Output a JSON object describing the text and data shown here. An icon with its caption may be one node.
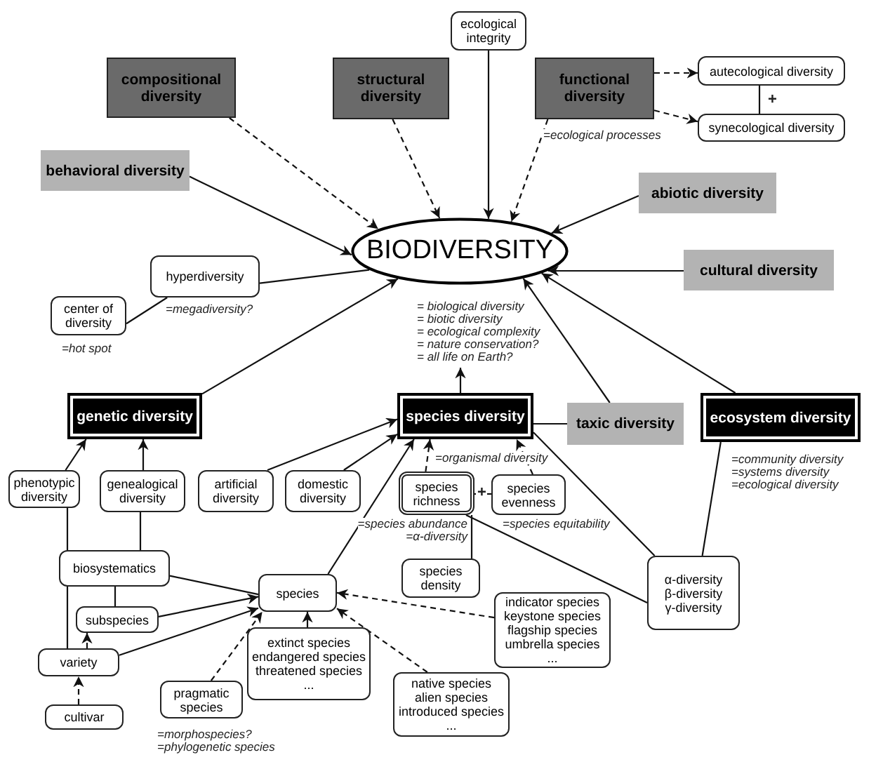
{
  "diagram": {
    "nodes": [
      {
        "text": [
          "ecological integrity"
        ]
      },
      {
        "text": [
          "compositional diversity"
        ]
      },
      {
        "text": [
          "structural diversity"
        ]
      },
      {
        "text": [
          "functional diversity"
        ]
      },
      {
        "text": [
          "autecological diversity"
        ]
      },
      {
        "text": [
          "synecological diversity"
        ]
      },
      {
        "text": [
          "behavioral diversity"
        ]
      },
      {
        "text": [
          "abiotic diversity"
        ]
      },
      {
        "text": [
          "BIODIVERSITY"
        ],
        "beside": [
          "= biological diversity",
          "= biotic diversity",
          "= ecological complexity",
          "= nature conservation?",
          "= all life on Earth?"
        ]
      },
      {
        "text": [
          "hyperdiversity"
        ],
        "beside": [
          "=megadiversity?"
        ]
      },
      {
        "text": [
          "cultural diversity"
        ]
      },
      {
        "text": [
          "center of diversity"
        ],
        "beside": [
          "=hot spot"
        ]
      },
      {
        "text": [
          "genetic diversity"
        ]
      },
      {
        "text": [
          "species diversity"
        ]
      },
      {
        "text": [
          "taxic diversity"
        ]
      },
      {
        "text": [
          "ecosystem diversity"
        ],
        "beside": [
          "=community diversity",
          "=systems diversity",
          "=ecological diversity"
        ]
      },
      {
        "text": [
          "phenotypic diversity"
        ]
      },
      {
        "text": [
          "genealogical diversity"
        ]
      },
      {
        "text": [
          "artificial diversity"
        ]
      },
      {
        "text": [
          "domestic diversity"
        ]
      },
      {
        "text": [
          "species richness"
        ],
        "beside": [
          "=species abundance",
          "=α-diversity"
        ]
      },
      {
        "text": [
          "species evenness"
        ],
        "beside": [
          "=species equitability"
        ]
      },
      {
        "text": [
          "biosystematics"
        ]
      },
      {
        "text": [
          "species density"
        ]
      },
      {
        "text": [
          "α-diversity",
          "β-diversity",
          "γ-diversity"
        ]
      },
      {
        "text": [
          "species"
        ]
      },
      {
        "text": [
          "indicator species",
          "keystone species",
          "flagship species",
          "umbrella species",
          "..."
        ]
      },
      {
        "text": [
          "subspecies"
        ]
      },
      {
        "text": [
          "variety"
        ]
      },
      {
        "text": [
          "extinct species",
          "endangered species",
          "threatened species",
          "..."
        ]
      },
      {
        "text": [
          "cultivar"
        ]
      },
      {
        "text": [
          "pragmatic species"
        ],
        "beside": [
          "=morphospecies?",
          "=phylogenetic species"
        ]
      },
      {
        "text": [
          "native species",
          "alien species",
          "introduced species",
          "..."
        ]
      }
    ],
    "edges": [
      {
        "from": 0,
        "to": 8,
        "arrow": "to"
      },
      {
        "from": 1,
        "to": 8,
        "arrow": "to",
        "style": "dashed"
      },
      {
        "from": 2,
        "to": 8,
        "arrow": "to",
        "style": "dashed"
      },
      {
        "from": 3,
        "to": 8,
        "arrow": "to",
        "style": "dashed",
        "label": "=ecological processes"
      },
      {
        "from": 3,
        "to": 4,
        "arrow": "to",
        "style": "dashed"
      },
      {
        "from": 3,
        "to": 5,
        "arrow": "to",
        "style": "dashed"
      },
      {
        "from": 4,
        "to": 5,
        "arrow": "none",
        "label": "+"
      },
      {
        "from": 6,
        "to": 8,
        "arrow": "to"
      },
      {
        "from": 7,
        "to": 8,
        "arrow": "to"
      },
      {
        "from": 9,
        "to": 8,
        "arrow": "none"
      },
      {
        "from": 10,
        "to": 8,
        "arrow": "to"
      },
      {
        "from": 11,
        "to": 9,
        "arrow": "none"
      },
      {
        "from": 12,
        "to": 8,
        "arrow": "to"
      },
      {
        "from": 13,
        "to": 8,
        "arrow": "to"
      },
      {
        "from": 14,
        "to": 8,
        "arrow": "to"
      },
      {
        "from": 15,
        "to": 8,
        "arrow": "to"
      },
      {
        "from": 14,
        "to": 13,
        "arrow": "none"
      },
      {
        "from": 16,
        "to": 12,
        "arrow": "to"
      },
      {
        "from": 17,
        "to": 12,
        "arrow": "to"
      },
      {
        "from": 18,
        "to": 13,
        "arrow": "to"
      },
      {
        "from": 19,
        "to": 13,
        "arrow": "to"
      },
      {
        "from": 25,
        "to": 13,
        "arrow": "to"
      },
      {
        "from": 20,
        "to": 13,
        "arrow": "to",
        "style": "dashed",
        "label": "=organismal diversity"
      },
      {
        "from": 21,
        "to": 13,
        "arrow": "to",
        "style": "dashed"
      },
      {
        "from": 20,
        "to": 21,
        "arrow": "none",
        "label": "+"
      },
      {
        "from": 20,
        "to": 23,
        "arrow": "none"
      },
      {
        "from": 13,
        "to": 24,
        "arrow": "none"
      },
      {
        "from": 15,
        "to": 24,
        "arrow": "none"
      },
      {
        "from": 20,
        "to": 24,
        "arrow": "none"
      },
      {
        "from": 16,
        "to": 22,
        "arrow": "none"
      },
      {
        "from": 17,
        "to": 22,
        "arrow": "none"
      },
      {
        "from": 22,
        "to": 25,
        "arrow": "none"
      },
      {
        "from": 22,
        "to": 27,
        "arrow": "none"
      },
      {
        "from": 22,
        "to": 28,
        "arrow": "none"
      },
      {
        "from": 27,
        "to": 25,
        "arrow": "to"
      },
      {
        "from": 28,
        "to": 25,
        "arrow": "to"
      },
      {
        "from": 28,
        "to": 27,
        "arrow": "to",
        "style": "dashed"
      },
      {
        "from": 30,
        "to": 28,
        "arrow": "to",
        "style": "dashed"
      },
      {
        "from": 31,
        "to": 25,
        "arrow": "to",
        "style": "dashed"
      },
      {
        "from": 29,
        "to": 25,
        "arrow": "to"
      },
      {
        "from": 32,
        "to": 25,
        "arrow": "to",
        "style": "dashed"
      },
      {
        "from": 26,
        "to": 25,
        "arrow": "to",
        "style": "dashed"
      }
    ]
  }
}
